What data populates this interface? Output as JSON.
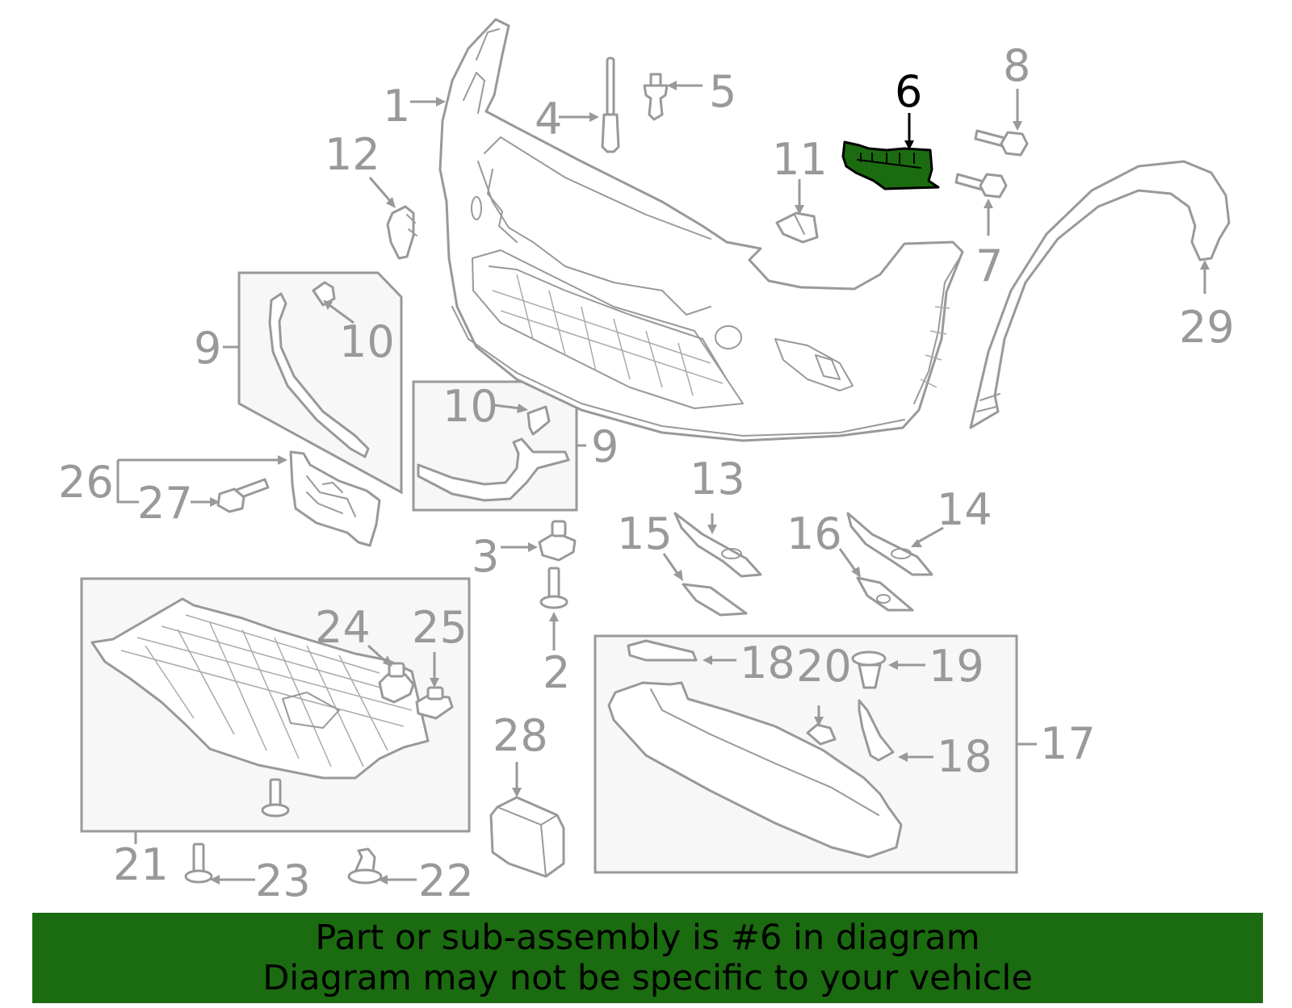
{
  "diagram": {
    "highlight_color": "#1b6b10",
    "line_color": "#999999",
    "highlight_text_color": "#000000",
    "callouts": {
      "c1": "1",
      "c2": "2",
      "c3": "3",
      "c4": "4",
      "c5": "5",
      "c6": "6",
      "c7": "7",
      "c8": "8",
      "c9a": "9",
      "c9b": "9",
      "c10a": "10",
      "c10b": "10",
      "c11": "11",
      "c12": "12",
      "c13": "13",
      "c14": "14",
      "c15": "15",
      "c16": "16",
      "c17": "17",
      "c18a": "18",
      "c18b": "18",
      "c19": "19",
      "c20": "20",
      "c21": "21",
      "c22": "22",
      "c23": "23",
      "c24": "24",
      "c25": "25",
      "c26": "26",
      "c27": "27",
      "c28": "28",
      "c29": "29"
    }
  },
  "banner": {
    "background_color": "#1b6b10",
    "line1": "Part or sub-assembly is #6 in diagram",
    "line2": "Diagram may not be specific to your vehicle"
  }
}
